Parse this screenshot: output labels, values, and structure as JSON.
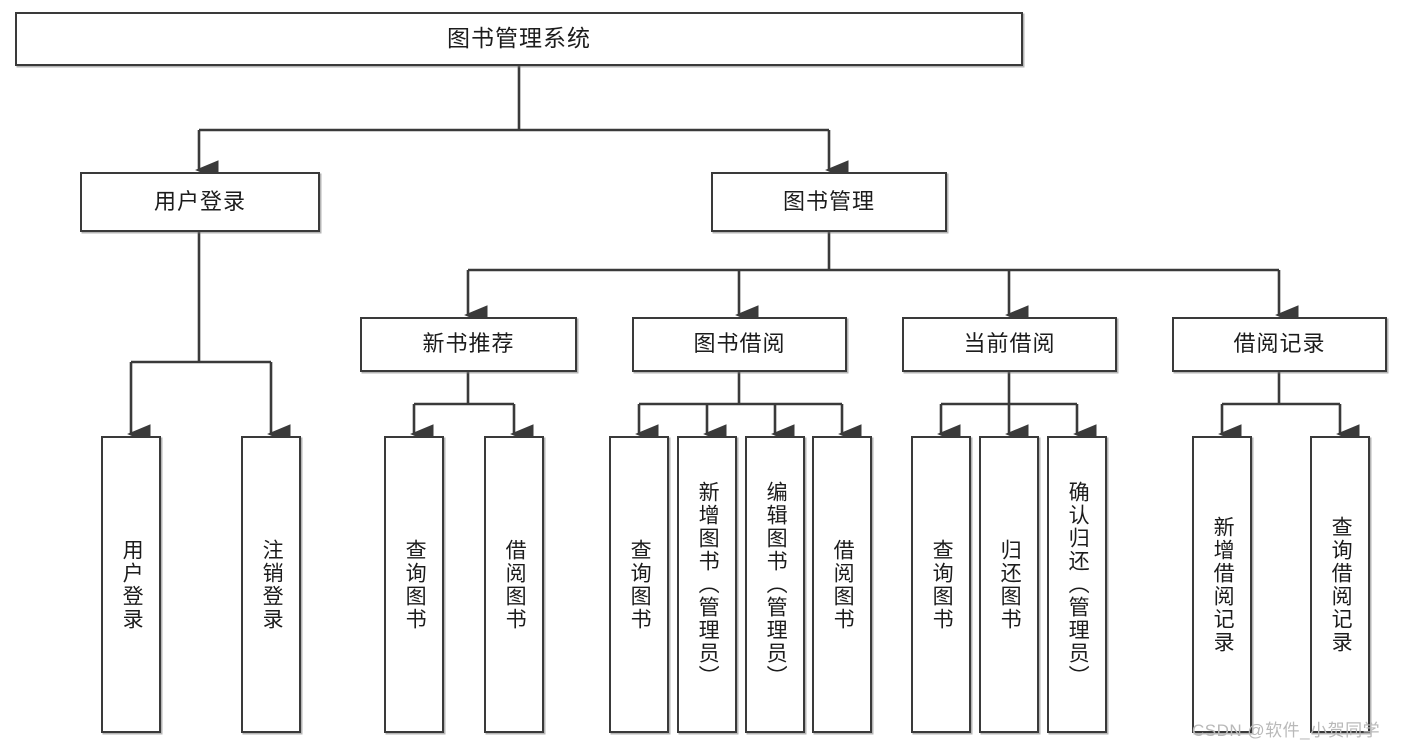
{
  "diagram": {
    "title": "图书管理系统",
    "watermark": "CSDN @软件_小贺同学",
    "line_color": "#3a3a3a",
    "box_border_color": "#3a3a3a",
    "box_fill": "#ffffff",
    "text_color": "#1c1c1c",
    "root": {
      "label": "图书管理系统"
    },
    "level1": [
      {
        "label": "用户登录"
      },
      {
        "label": "图书管理"
      }
    ],
    "level2": [
      {
        "label": "新书推荐"
      },
      {
        "label": "图书借阅"
      },
      {
        "label": "当前借阅"
      },
      {
        "label": "借阅记录"
      }
    ],
    "leaves": {
      "user_login": [
        {
          "label": "用户登录"
        },
        {
          "label": "注销登录"
        }
      ],
      "new_book": [
        {
          "label": "查询图书"
        },
        {
          "label": "借阅图书"
        }
      ],
      "book_borrow": [
        {
          "label": "查询图书"
        },
        {
          "label": "新增图书（管理员）"
        },
        {
          "label": "编辑图书（管理员）"
        },
        {
          "label": "借阅图书"
        }
      ],
      "current_borrow": [
        {
          "label": "查询图书"
        },
        {
          "label": "归还图书"
        },
        {
          "label": "确认归还（管理员）"
        }
      ],
      "borrow_record": [
        {
          "label": "新增借阅记录"
        },
        {
          "label": "查询借阅记录"
        }
      ]
    }
  }
}
